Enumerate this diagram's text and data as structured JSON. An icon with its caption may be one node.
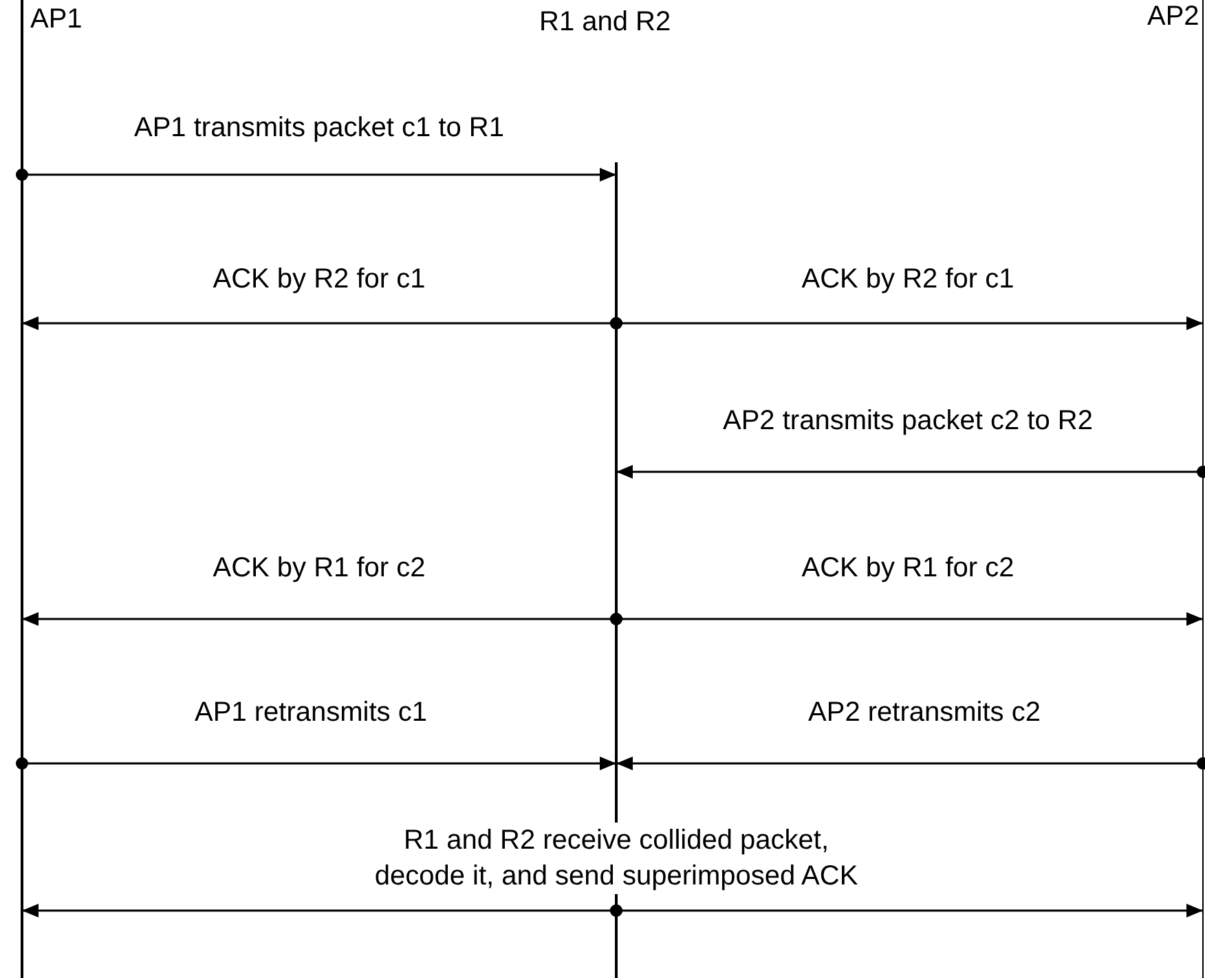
{
  "diagram": {
    "nodes": [
      {
        "text": [
          "AP1"
        ]
      },
      {
        "text": [
          "R1 and R2"
        ]
      },
      {
        "text": [
          "AP2"
        ]
      }
    ],
    "edges": [
      {
        "from": 0,
        "to": 1,
        "arrow": "to",
        "label": "AP1 transmits packet c1 to R1"
      },
      {
        "from": 1,
        "to": 0,
        "arrow": "to",
        "label": "ACK by R2 for c1"
      },
      {
        "from": 1,
        "to": 2,
        "arrow": "to",
        "label": "ACK by R2 for c1"
      },
      {
        "from": 2,
        "to": 1,
        "arrow": "to",
        "label": "AP2 transmits packet c2 to R2"
      },
      {
        "from": 1,
        "to": 0,
        "arrow": "to",
        "label": "ACK by R1 for c2"
      },
      {
        "from": 1,
        "to": 2,
        "arrow": "to",
        "label": "ACK by R1 for c2"
      },
      {
        "from": 0,
        "to": 1,
        "arrow": "to",
        "label": "AP1 retransmits c1"
      },
      {
        "from": 2,
        "to": 1,
        "arrow": "to",
        "label": "AP2 retransmits c2"
      },
      {
        "from": 1,
        "to": 0,
        "arrow": "to",
        "label": "R1 and R2 receive collided packet, decode it, and send superimposed ACK"
      },
      {
        "from": 1,
        "to": 2,
        "arrow": "to"
      }
    ]
  }
}
